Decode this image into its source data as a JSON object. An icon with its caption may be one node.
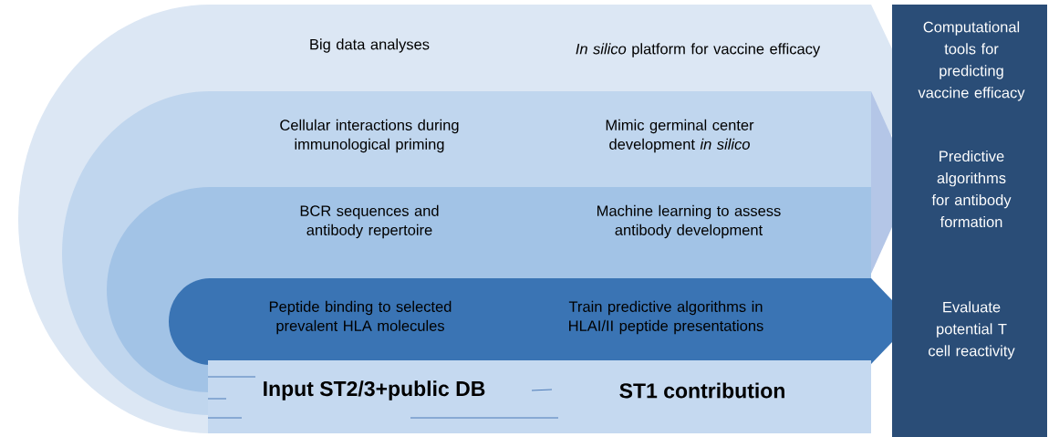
{
  "diagram": {
    "nodes": [
      {
        "text": [
          "Big data analyses",
          "*In silico* platform for vaccine efficacy"
        ]
      },
      {
        "text": [
          "Cellular interactions during immunological priming",
          "Mimic germinal center development *in silico*"
        ],
        "in": 0
      },
      {
        "text": [
          "BCR sequences and antibody repertoire",
          "Machine learning to assess antibody development"
        ],
        "in": 1
      },
      {
        "text": [
          "Peptide binding to selected prevalent HLA molecules",
          "Train predictive algorithms in HLAI/II peptide presentations"
        ],
        "in": 2
      },
      {
        "text": [
          "Input ST2/3+public DB",
          "ST1 contribution"
        ],
        "in": 0
      },
      {
        "text": [
          "Computational tools for predicting vaccine efficacy",
          "Predictive algorithms for antibody formation",
          "Evaluate potential T cell reactivity"
        ]
      }
    ]
  }
}
